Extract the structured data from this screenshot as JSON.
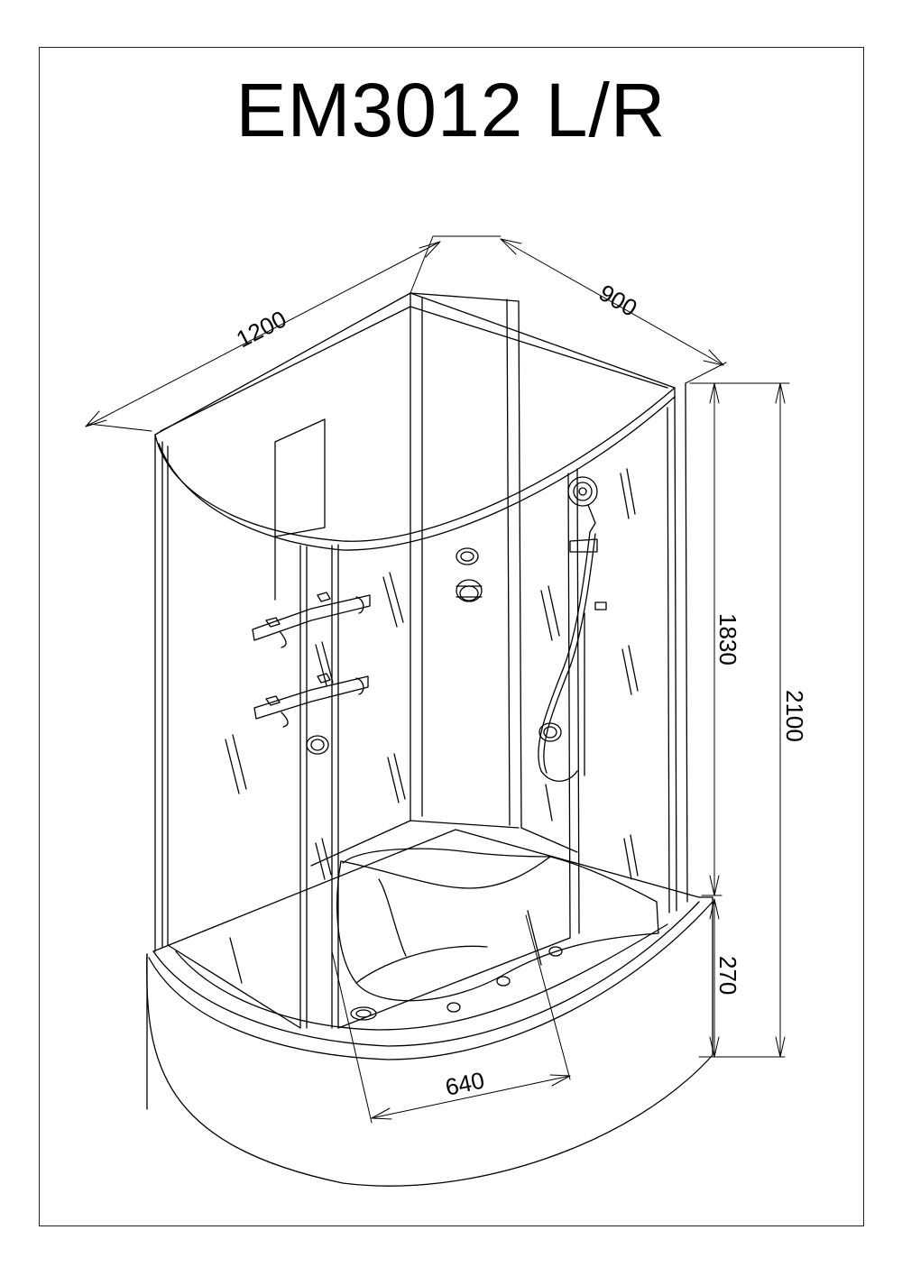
{
  "title": "EM3012 L/R",
  "dimensions": {
    "width": "1200",
    "depth": "900",
    "cabin_height": "1830",
    "total_height": "2100",
    "tray_height": "270",
    "door_width": "640"
  },
  "colors": {
    "line": "#000000",
    "background": "#ffffff"
  }
}
